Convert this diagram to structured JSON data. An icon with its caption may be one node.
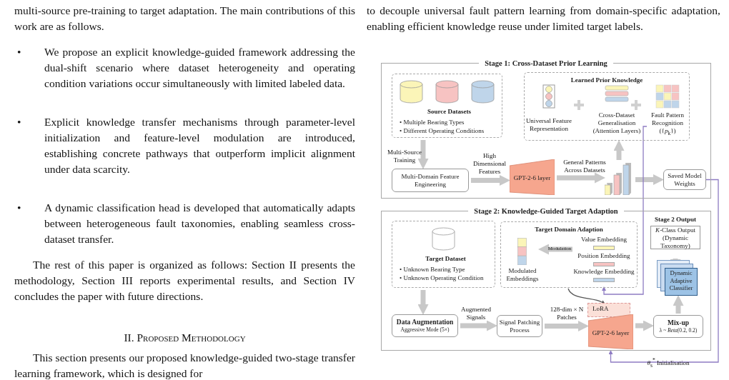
{
  "diagram": {
    "nodes": [
      {
        "text": [
          "Stage 1: Cross-Dataset Prior Learning"
        ]
      },
      {
        "text": [
          "Source Datasets",
          "• Multiple Bearing Types",
          "• Different Operating Conditions"
        ],
        "in": 0
      },
      {
        "text": [
          "Multi-Domain Feature Engineering"
        ],
        "in": 0
      },
      {
        "text": [
          "GPT-2-6 layer"
        ],
        "in": 0
      },
      {
        "text": [],
        "shape": "bar",
        "in": 0
      },
      {
        "text": [
          "Learned Prior Knowledge"
        ],
        "in": 0
      },
      {
        "text": [
          "Universal Feature Representation"
        ],
        "in": 5
      },
      {
        "text": [
          "Cross-Dataset Generalisation (Attention Layers)"
        ],
        "in": 5
      },
      {
        "text": [
          "Fault Pattern Recognition",
          "({*p*$_{k}$})"
        ],
        "in": 5
      },
      {
        "text": [
          "Saved Model Weights"
        ],
        "in": 0
      },
      {
        "text": [
          "Stage 2: Knowledge-Guided Target Adaption"
        ]
      },
      {
        "text": [
          "Target Dataset",
          "• Unknown Bearing Type",
          "• Unknown Operating Condition"
        ],
        "in": 10
      },
      {
        "text": [
          "Data Augmentation",
          "Aggressive Mode (5×)"
        ],
        "in": 10
      },
      {
        "text": [
          "Signal Patching Process"
        ],
        "in": 10
      },
      {
        "text": [
          "LoRA"
        ],
        "in": 10
      },
      {
        "text": [
          "GPT-2-6 layer"
        ],
        "in": 10
      },
      {
        "text": [
          "Mix-up",
          "λ ~ *Beta*(0.2, 0.2)"
        ],
        "in": 10
      },
      {
        "text": [
          "Target Domain Adaption"
        ],
        "in": 10
      },
      {
        "text": [
          "Modulated Embeddings"
        ],
        "in": 17
      },
      {
        "text": [
          "Value Embedding"
        ],
        "in": 17
      },
      {
        "text": [
          "Position Embedding"
        ],
        "in": 17
      },
      {
        "text": [
          "Knowledge Embedding"
        ],
        "in": 17
      },
      {
        "text": [
          "*K*-Class Output (Dynamic Taxonomy)"
        ],
        "beside": [
          "Stage 2 Output"
        ],
        "in": 10
      },
      {
        "text": [
          "Dynamic Adaptive Classifier"
        ],
        "in": 10
      }
    ],
    "edges": [
      {
        "from": 1,
        "to": 2,
        "arrow": "to",
        "label": "Multi-Source Training"
      },
      {
        "from": 2,
        "to": 3,
        "arrow": "to",
        "label": "High Dimensional Features"
      },
      {
        "from": 3,
        "to": 4,
        "arrow": "to",
        "label": "General Patterns Across Datasets"
      },
      {
        "from": 4,
        "to": 5,
        "arrow": "to"
      },
      {
        "from": 4,
        "to": 9,
        "arrow": "to"
      },
      {
        "from": 8,
        "to": 21,
        "arrow": "to",
        "color": "#8e7cc3"
      },
      {
        "from": 9,
        "to": 15,
        "arrow": "to",
        "color": "#8e7cc3",
        "label": "*θ*$_{s}$$^{*}$ Initialisation"
      },
      {
        "from": 11,
        "to": 12,
        "arrow": "to"
      },
      {
        "from": 12,
        "to": 13,
        "arrow": "to",
        "label": "Augmented Signals"
      },
      {
        "from": 13,
        "to": 15,
        "arrow": "to",
        "label": "128-dim × N Patches"
      },
      {
        "from": 17,
        "to": 14,
        "arrow": "to",
        "color": "#555555"
      },
      {
        "from": 15,
        "to": 16,
        "arrow": "to"
      },
      {
        "from": 16,
        "to": 23,
        "arrow": "to"
      },
      {
        "from": 23,
        "to": 22,
        "arrow": "to"
      },
      {
        "from": 20,
        "to": 18,
        "arrow": "to",
        "label": "Modulation"
      }
    ],
    "labels": [
      "multi-source pre-training to target adaptation. The main contributions of this work are as follows.",
      "•",
      "We propose an explicit knowledge-guided framework addressing the dual-shift scenario where dataset heterogeneity and operating condition variations occur simultaneously with limited labeled data.",
      "•",
      "Explicit knowledge transfer mechanisms through parameter-level initialization and feature-level modulation are introduced, establishing concrete pathways that outperform implicit alignment under data scarcity.",
      "•",
      "A dynamic classification head is developed that automatically adapts between heterogeneous fault taxonomies, enabling seamless cross-dataset transfer.",
      "The rest of this paper is organized as follows: Section II presents the methodology, Section III reports experimental results, and Section IV concludes the paper with future directions.",
      "II. Proposed Methodology",
      "This section presents our proposed knowledge-guided two-stage transfer learning framework, which is designed for",
      "to decouple universal fault pattern learning from domain-specific adaptation, enabling efficient knowledge reuse under limited target labels."
    ]
  }
}
